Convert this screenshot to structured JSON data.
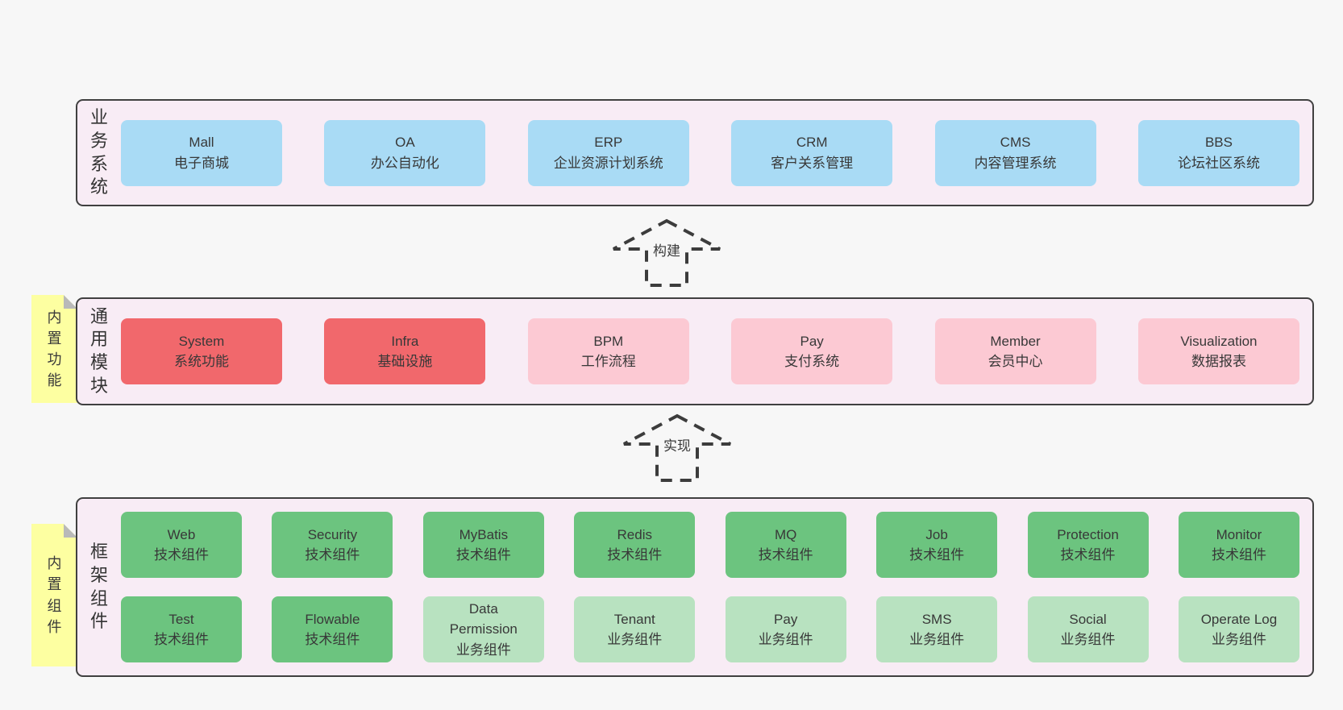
{
  "colors": {
    "page_background": "#f7f7f7",
    "band_background": "#f8ecf5",
    "band_border": "#404040",
    "blue_box": "#a9dbf5",
    "red_box": "#f1686c",
    "pink_box": "#fcc9d3",
    "green_box": "#6cc47f",
    "light_green_box": "#b8e2c0",
    "sticky_yellow": "#fdffa1",
    "arrow_stroke": "#3c3c3c"
  },
  "arrows": [
    {
      "label": "构建"
    },
    {
      "label": "实现"
    }
  ],
  "bands": [
    {
      "label": "业务系统",
      "boxes": [
        {
          "title": "Mall",
          "subtitle": "电子商城"
        },
        {
          "title": "OA",
          "subtitle": "办公自动化"
        },
        {
          "title": "ERP",
          "subtitle": "企业资源计划系统"
        },
        {
          "title": "CRM",
          "subtitle": "客户关系管理"
        },
        {
          "title": "CMS",
          "subtitle": "内容管理系统"
        },
        {
          "title": "BBS",
          "subtitle": "论坛社区系统"
        }
      ]
    },
    {
      "label": "通用模块",
      "sticky": "内置功能",
      "boxes": [
        {
          "title": "System",
          "subtitle": "系统功能"
        },
        {
          "title": "Infra",
          "subtitle": "基础设施"
        },
        {
          "title": "BPM",
          "subtitle": "工作流程"
        },
        {
          "title": "Pay",
          "subtitle": "支付系统"
        },
        {
          "title": "Member",
          "subtitle": "会员中心"
        },
        {
          "title": "Visualization",
          "subtitle": "数据报表"
        }
      ]
    },
    {
      "label": "框架组件",
      "sticky": "内置组件",
      "rows": [
        [
          {
            "title": "Web",
            "subtitle": "技术组件"
          },
          {
            "title": "Security",
            "subtitle": "技术组件"
          },
          {
            "title": "MyBatis",
            "subtitle": "技术组件"
          },
          {
            "title": "Redis",
            "subtitle": "技术组件"
          },
          {
            "title": "MQ",
            "subtitle": "技术组件"
          },
          {
            "title": "Job",
            "subtitle": "技术组件"
          },
          {
            "title": "Protection",
            "subtitle": "技术组件"
          },
          {
            "title": "Monitor",
            "subtitle": "技术组件"
          }
        ],
        [
          {
            "title": "Test",
            "subtitle": "技术组件"
          },
          {
            "title": "Flowable",
            "subtitle": "技术组件"
          },
          {
            "title": "Data Permission",
            "subtitle": "业务组件"
          },
          {
            "title": "Tenant",
            "subtitle": "业务组件"
          },
          {
            "title": "Pay",
            "subtitle": "业务组件"
          },
          {
            "title": "SMS",
            "subtitle": "业务组件"
          },
          {
            "title": "Social",
            "subtitle": "业务组件"
          },
          {
            "title": "Operate Log",
            "subtitle": "业务组件"
          }
        ]
      ]
    }
  ]
}
